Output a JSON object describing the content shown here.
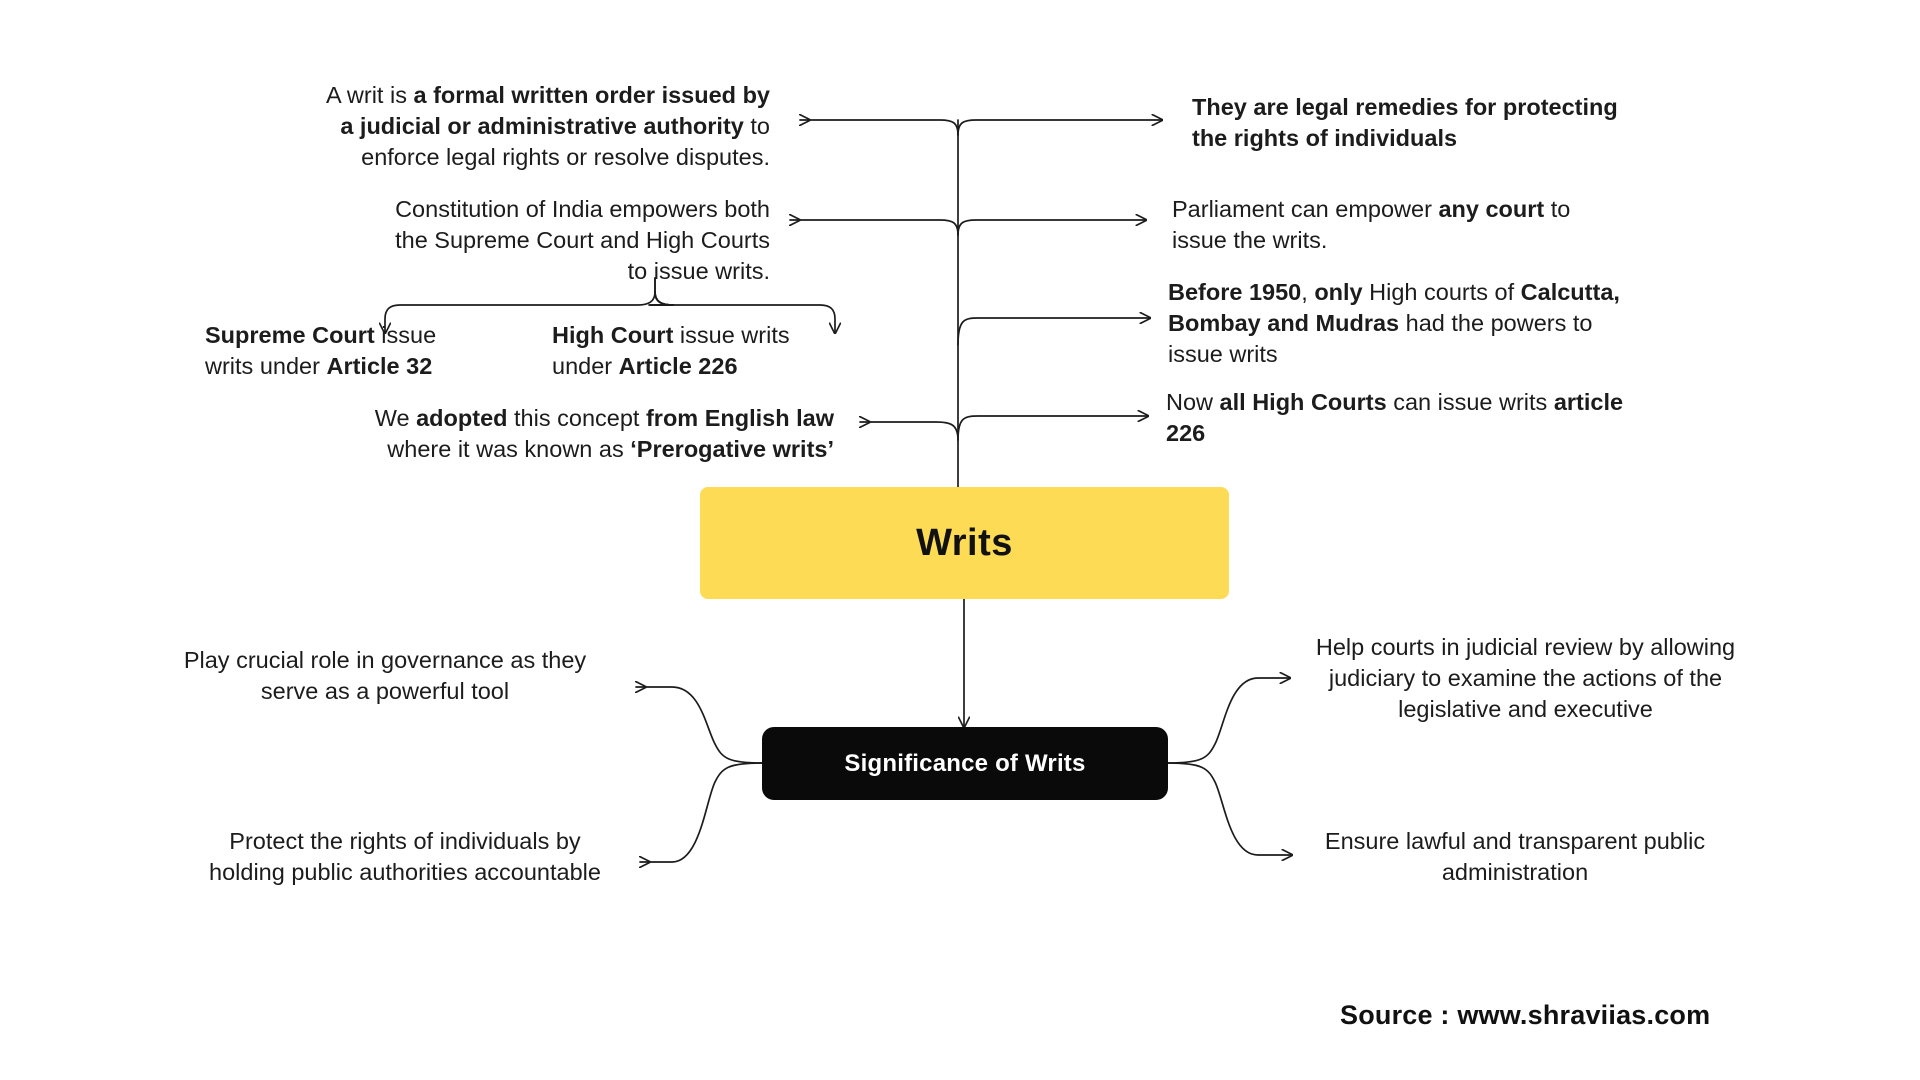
{
  "page": {
    "background_color": "#ffffff",
    "title": "Writs mind map"
  },
  "central_nodes": {
    "root": {
      "label": "Writs",
      "fill_color": "#FDDB54",
      "text_color": "#111111"
    },
    "significance": {
      "label": "Significance of Writs",
      "fill_color": "#0a0a0a",
      "text_color": "#ffffff"
    }
  },
  "branches": {
    "definition": {
      "line1_plain": "A writ is ",
      "line1_bold": "a formal written order issued by",
      "line2_bold": "a judicial or administrative authority",
      "line2_plain": " to",
      "line3_plain": "enforce legal rights or resolve disputes."
    },
    "remedies": {
      "line1_bold": "They are legal remedies for protecting",
      "line2_bold": "the rights of individuals"
    },
    "constitution": {
      "line1_plain": "Constitution of India empowers both",
      "line2_plain": "the Supreme Court and High Courts",
      "line3_plain": "to issue writs."
    },
    "parliament": {
      "pre": "Parliament can empower ",
      "bold": "any court",
      "post": " to",
      "line2": "issue the writs."
    },
    "supreme_court": {
      "bold1": "Supreme Court",
      "plain1": " issue",
      "line2_plain": "writs under ",
      "line2_bold": "Article 32"
    },
    "high_court": {
      "bold1": "High Court",
      "plain1": " issue writs",
      "line2_plain": "under ",
      "line2_bold": "Article 226"
    },
    "before_1950": {
      "bold1": "Before 1950",
      "plain1": ", ",
      "bold2": "only",
      "plain2": " High courts of ",
      "bold3": "Calcutta,",
      "line2_bold": "Bombay and Mudras",
      "line2_plain": " had the powers to",
      "line3_plain": "issue writs"
    },
    "now_high_courts": {
      "plain1": "Now ",
      "bold1": "all High Courts",
      "plain2": " can issue writs ",
      "bold2": "article",
      "line2_bold": "226"
    },
    "english_law": {
      "plain1": "We ",
      "bold1": "adopted",
      "plain2": " this concept ",
      "bold2": "from English law",
      "line2_plain": "where it was known as ",
      "line2_bold": "‘Prerogative writs’"
    }
  },
  "significance_branches": {
    "play_role": {
      "line1": "Play crucial role in governance as they",
      "line2": "serve as a powerful tool"
    },
    "protect_rights": {
      "line1": "Protect the rights of individuals by",
      "line2": "holding public authorities accountable"
    },
    "judicial_review": {
      "line1": "Help courts in judicial review by allowing",
      "line2": "judiciary to examine the actions of the",
      "line3": "legislative and executive"
    },
    "lawful_admin": {
      "line1": "Ensure lawful and transparent public",
      "line2": "administration"
    }
  },
  "footer": {
    "source": "Source : www.shraviias.com"
  }
}
